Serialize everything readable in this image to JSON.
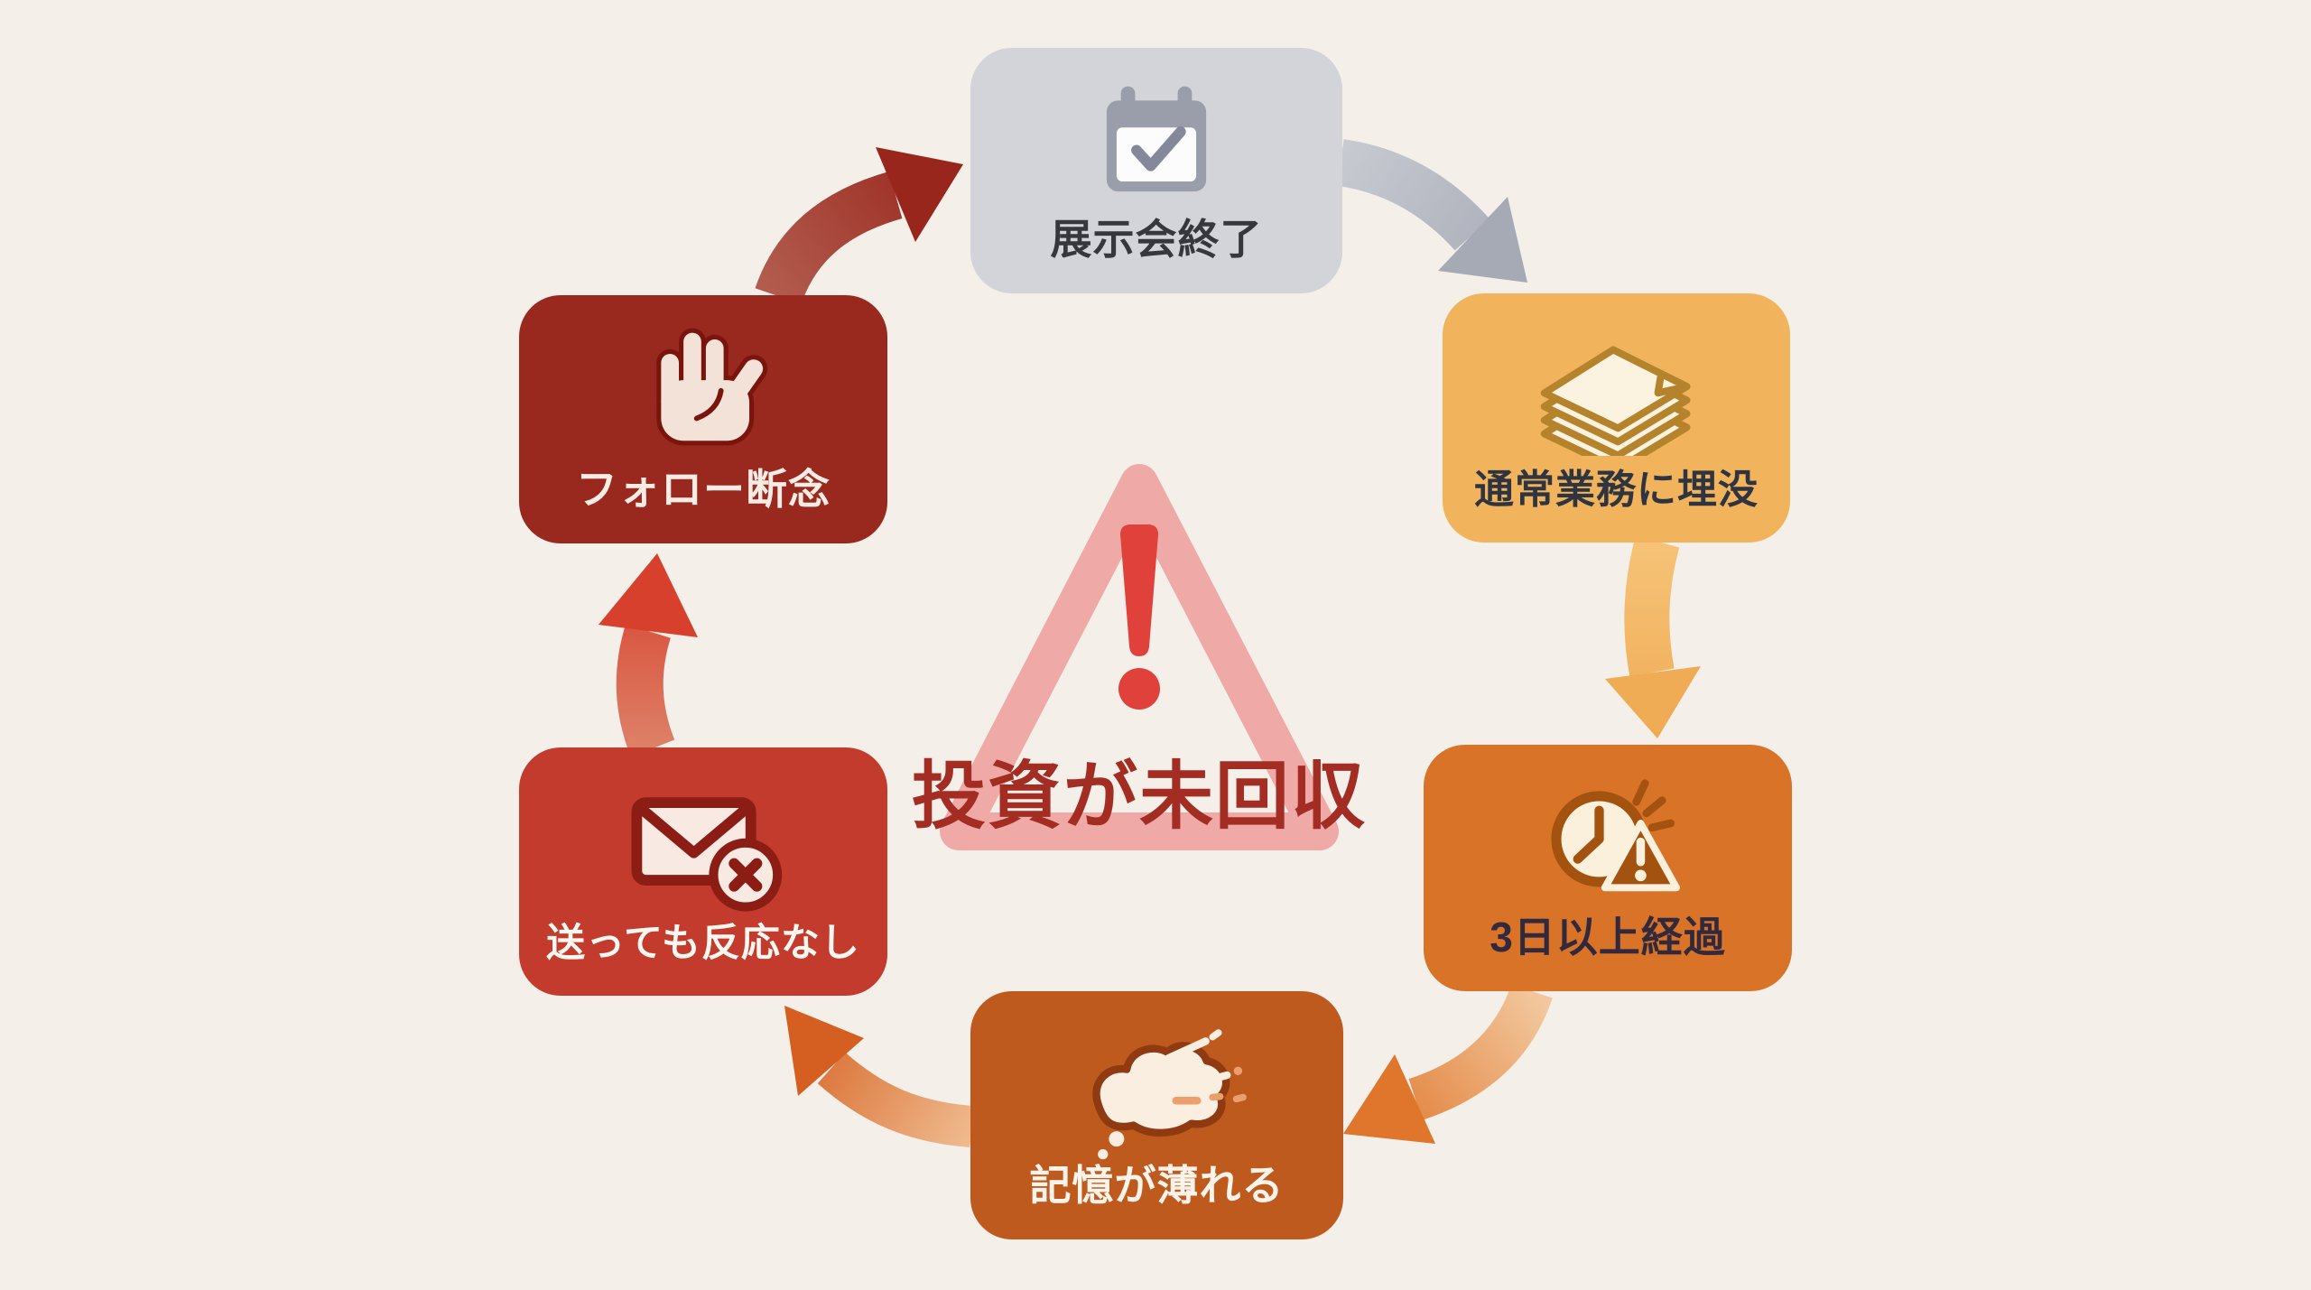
{
  "diagram": {
    "background": "#f4efe9",
    "center": {
      "label": "投資が未回収",
      "icon": "warning-triangle-icon",
      "text_color": "#a32d23",
      "triangle_color": "#efa9a7",
      "exclamation_color": "#e0413a"
    },
    "nodes": [
      {
        "id": "exhibition-end",
        "label": "展示会終了",
        "icon": "calendar-check-icon",
        "bg": "#d2d4d9",
        "text_color": "#37383e"
      },
      {
        "id": "buried-in-daily-work",
        "label": "通常業務に埋没",
        "icon": "paper-stack-icon",
        "bg": "#f1b35c",
        "text_color": "#2e3440"
      },
      {
        "id": "three-plus-days-pass",
        "label": "3日以上経過",
        "icon": "clock-alert-icon",
        "bg": "#d97327",
        "text_color": "#33293d"
      },
      {
        "id": "memory-fades",
        "label": "記憶が薄れる",
        "icon": "thought-cloud-icon",
        "bg": "#bf5a1e",
        "text_color": "#fcf4ea"
      },
      {
        "id": "no-response",
        "label": "送っても反応なし",
        "icon": "mail-x-icon",
        "bg": "#c33b2c",
        "text_color": "#fdf7f2"
      },
      {
        "id": "follow-up-abandoned",
        "label": "フォロー断念",
        "icon": "stop-hand-icon",
        "bg": "#99281f",
        "text_color": "#f8ece5"
      }
    ],
    "arrows": [
      {
        "id": "exhibition-to-buried",
        "from": "exhibition-end",
        "to": "buried-in-daily-work",
        "color": "#aeb2bd"
      },
      {
        "id": "buried-to-three-days",
        "from": "buried-in-daily-work",
        "to": "three-plus-days-pass",
        "color": "#f3b768"
      },
      {
        "id": "three-days-to-memory",
        "from": "three-plus-days-pass",
        "to": "memory-fades",
        "color": "#e0762b"
      },
      {
        "id": "memory-to-no-response",
        "from": "memory-fades",
        "to": "no-response",
        "color": "#d55f20"
      },
      {
        "id": "no-response-to-abandon",
        "from": "no-response",
        "to": "follow-up-abandoned",
        "color": "#d6402c"
      },
      {
        "id": "abandon-to-exhibition",
        "from": "follow-up-abandoned",
        "to": "exhibition-end",
        "color": "#99261d"
      }
    ]
  }
}
